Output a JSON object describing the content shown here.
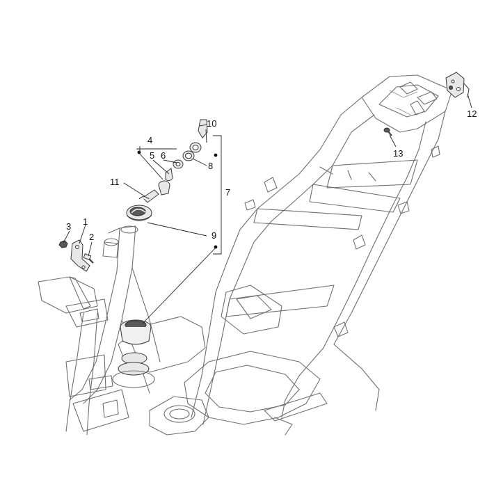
{
  "callouts": {
    "c1": "1",
    "c2": "2",
    "c3": "3",
    "c4": "4",
    "c5": "5",
    "c6": "6",
    "c7": "7",
    "c8": "8",
    "c9": "9",
    "c10": "10",
    "c11": "11",
    "c12": "12",
    "c13": "13"
  },
  "colors": {
    "line": "#6e6e6e",
    "text": "#111111",
    "background": "#ffffff"
  }
}
